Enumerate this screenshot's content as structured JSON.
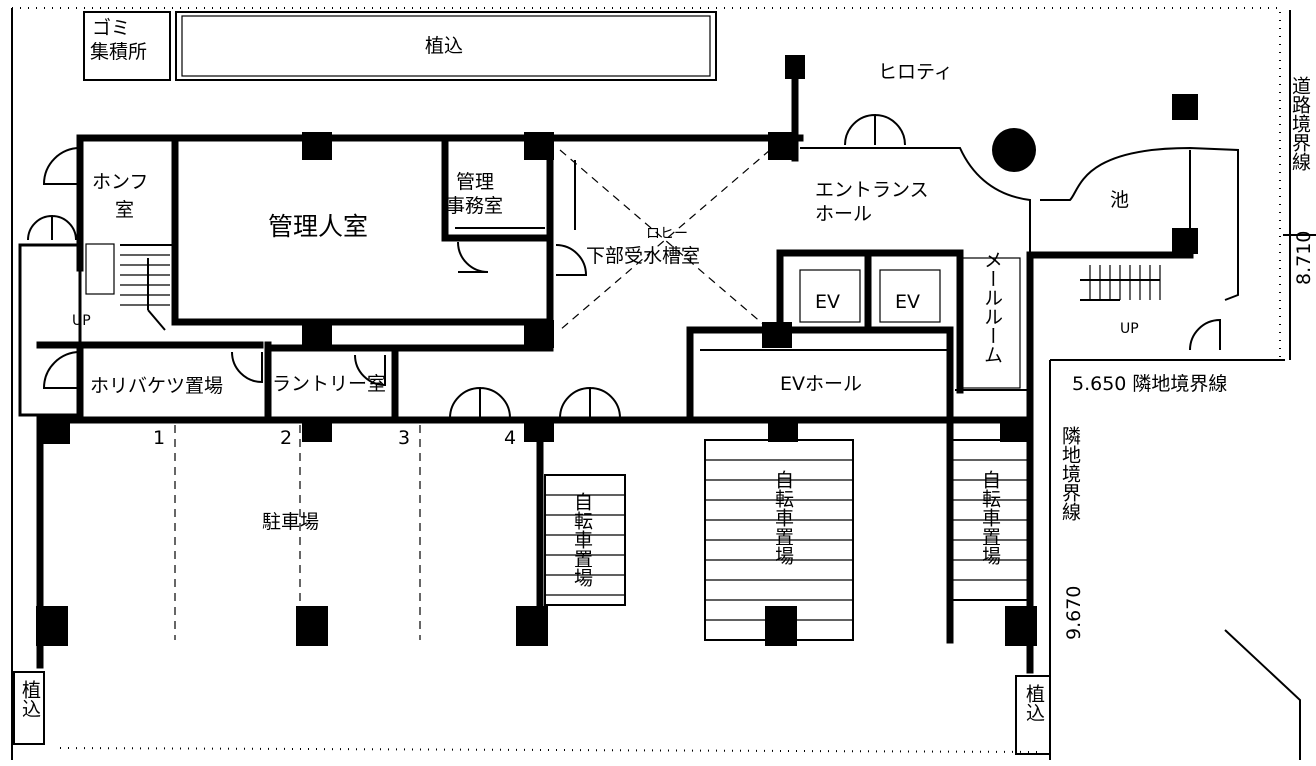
{
  "labels": {
    "garbage": "ゴミ\n集積所",
    "planting_top": "植込",
    "piloti": "ヒロティ",
    "pump": "ホンフ\n室",
    "manager_room": "管理人室",
    "manager_office": "管理\n事務室",
    "lobby": "ロヒー",
    "tank_room": "下部受水槽室",
    "entrance_hall": "エントランス\nホール",
    "pond": "池",
    "ev1": "EV",
    "ev2": "EV",
    "mail_room": "メールルーム",
    "bucket_room": "ホリバケツ置場",
    "laundry_room": "ラントリー室",
    "ev_hall": "EVホール",
    "parking": "駐車場",
    "bike1": "自転車置場",
    "bike2": "自転車置場",
    "bike3": "自転車置場",
    "planting_left": "植込",
    "planting_right": "植込",
    "road_boundary": "道路境界線",
    "adjacent_boundary_h": "5.650 隣地境界線",
    "adjacent_boundary_v": "隣地境界線",
    "up_left": "UP",
    "up_right": "UP"
  },
  "numbers": {
    "p1": "1",
    "p2": "2",
    "p3": "3",
    "p4": "4"
  },
  "dimensions": {
    "right_top": "8.710",
    "right_bottom": "9.670"
  }
}
